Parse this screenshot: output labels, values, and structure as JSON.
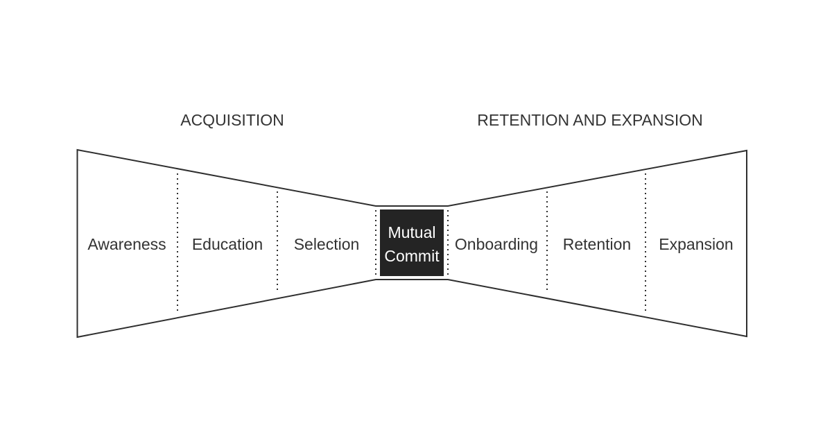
{
  "diagram": {
    "type": "bowtie-funnel",
    "headers": {
      "left": "ACQUISITION",
      "right": "RETENTION AND EXPANSION"
    },
    "left_stages": [
      "Awareness",
      "Education",
      "Selection"
    ],
    "center_stage": {
      "line1": "Mutual",
      "line2": "Commit"
    },
    "right_stages": [
      "Onboarding",
      "Retention",
      "Expansion"
    ],
    "colors": {
      "background": "#ffffff",
      "line": "#2e2e2e",
      "text": "#333333",
      "center_box_fill": "#242424",
      "center_box_text": "#ffffff"
    }
  }
}
